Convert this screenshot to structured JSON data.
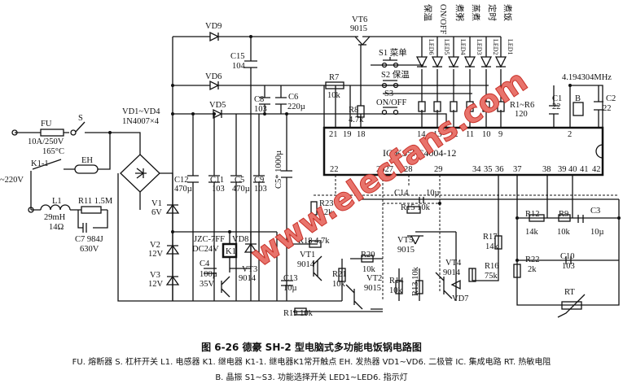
{
  "figure": {
    "title": "图 6-26   德豪 SH-2 型电脑式多功能电饭锅电路图",
    "legend_line1": "FU. 熔断器   S. 杠杆开关   L1. 电感器   K1. 继电器   K1-1. 继电器K1常开触点   EH. 发热器   VD1~VD6. 二极管   IC. 集成电路   RT. 热敏电阻",
    "legend_line2": "B. 晶振   S1~S3. 功能选择开关   LED1~LED6. 指示灯",
    "watermark": "www.elecfans.com"
  },
  "ic": {
    "label": "IC KS57C4004-12",
    "pins_top": [
      "21",
      "19",
      "18",
      "14",
      "13",
      "12",
      "11",
      "10",
      "9",
      "2"
    ],
    "pins_bottom": [
      "22",
      "2627",
      "28",
      "29",
      "34",
      "35",
      "36",
      "37",
      "38",
      "39",
      "40",
      "41",
      "42"
    ]
  },
  "leds": {
    "functions": [
      "保温",
      "ON/OFF",
      "煮粥",
      "蒸煮",
      "定时",
      "煮饭"
    ],
    "names": [
      "LED6",
      "LED5",
      "LED4",
      "LED3",
      "LED2",
      "LED1"
    ]
  },
  "labels": {
    "vt6": "VT6",
    "vt6_v": "9015",
    "s1": "S1 菜单",
    "s2": "S2 保温",
    "s3": "S3",
    "s3_v": "ON/OFF",
    "r1r6": "R1~R6",
    "r1r6_v": "120",
    "xtal": "4.194304MHz",
    "c1": "C1",
    "c1_v": "22",
    "c2": "C2",
    "c2_v": "22",
    "b": "B",
    "vd9": "VD9",
    "vd6": "VD6",
    "vd5": "VD5",
    "c15": "C15",
    "c15_v": "104",
    "c8": "C8",
    "c8_v": "103",
    "c6": "C6",
    "c6_v": "220µ",
    "r7": "R7",
    "r7_v": "10k",
    "r8": "R8",
    "r8_v": "4.7k",
    "vd14": "VD1~VD4",
    "vd14_v": "1N4007×4",
    "fu": "FU",
    "fu_v": "10A/250V",
    "fu_t": "165°C",
    "s": "S",
    "k11": "K1-1",
    "eh": "EH",
    "ac": "~220V",
    "l1": "L1",
    "l1_v": "29mH",
    "l1_r": "14Ω",
    "r11": "R11  1.5M",
    "c7": "C7  984J",
    "c7_v": "630V",
    "c12": "C12",
    "c12_v": "470µ",
    "c11": "C11",
    "c11_v": "103",
    "c5": "C5",
    "c5_v": "470µ",
    "c9": "C9",
    "c9_v": "103",
    "c5s": "C5* 1000µ",
    "v1": "V1",
    "v1_v": "6V",
    "v2": "V2",
    "v2_v": "12V",
    "v3": "V3",
    "v3_v": "12V",
    "jzc": "JZC-7FF",
    "jzc_v": "DC24V",
    "k1": "K1",
    "vd8": "VD8",
    "c4": "C4",
    "c4_v": "100µ",
    "c4_vv": "35V",
    "vt3": "VT3",
    "vt3_v": "9014",
    "r23": "R23",
    "r23_v": "2.2k",
    "r18": "R18 4.7k",
    "vt1": "VT1",
    "vt1_v": "9014",
    "c13": "C13",
    "c13_v": "10µ",
    "r21": "R21",
    "r21_v": "10k",
    "r20": "R20",
    "r20_v": "10k",
    "vt2": "VT2",
    "vt2_v": "9015",
    "r19": "R19  10k",
    "c14": "C14",
    "c14_v": "10µ",
    "r15": "R15  10k",
    "vt5": "VT5",
    "vt5_v": "9015",
    "r14": "R14",
    "r14_v": "10k",
    "r13": "R13 10k",
    "vt4": "VT4",
    "vt4_v": "9014",
    "vd7": "VD7",
    "r16": "R16",
    "r16_v": "75k",
    "r17": "R17",
    "r17_v": "14k",
    "r12": "R12",
    "r12_v": "14k",
    "r9": "R9",
    "r9_v": "10k",
    "c3": "C3",
    "c3_v": "10µ",
    "r22": "R22",
    "r22_v": "2k",
    "c10": "C10",
    "c10_v": "103",
    "rt": "RT"
  }
}
